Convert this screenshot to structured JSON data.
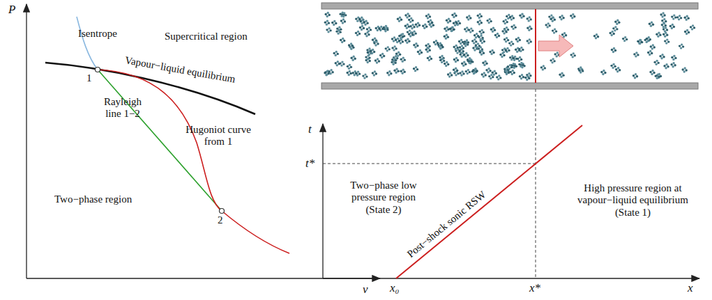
{
  "diagram": {
    "labels": [
      "P",
      "Isentrope",
      "Supercritical region",
      "Vapour−liquid equilibrium",
      "1",
      "Rayleigh line 1−2",
      "Hugoniot curve from 1",
      "2",
      "Two−phase region",
      "v",
      "t",
      "t*",
      "Two−phase low pressure region (State 2)",
      "Post−shock sonic RSW",
      "High pressure region at vapour−liquid equilibrium (State 1)",
      "x₀",
      "x*",
      "x"
    ]
  }
}
